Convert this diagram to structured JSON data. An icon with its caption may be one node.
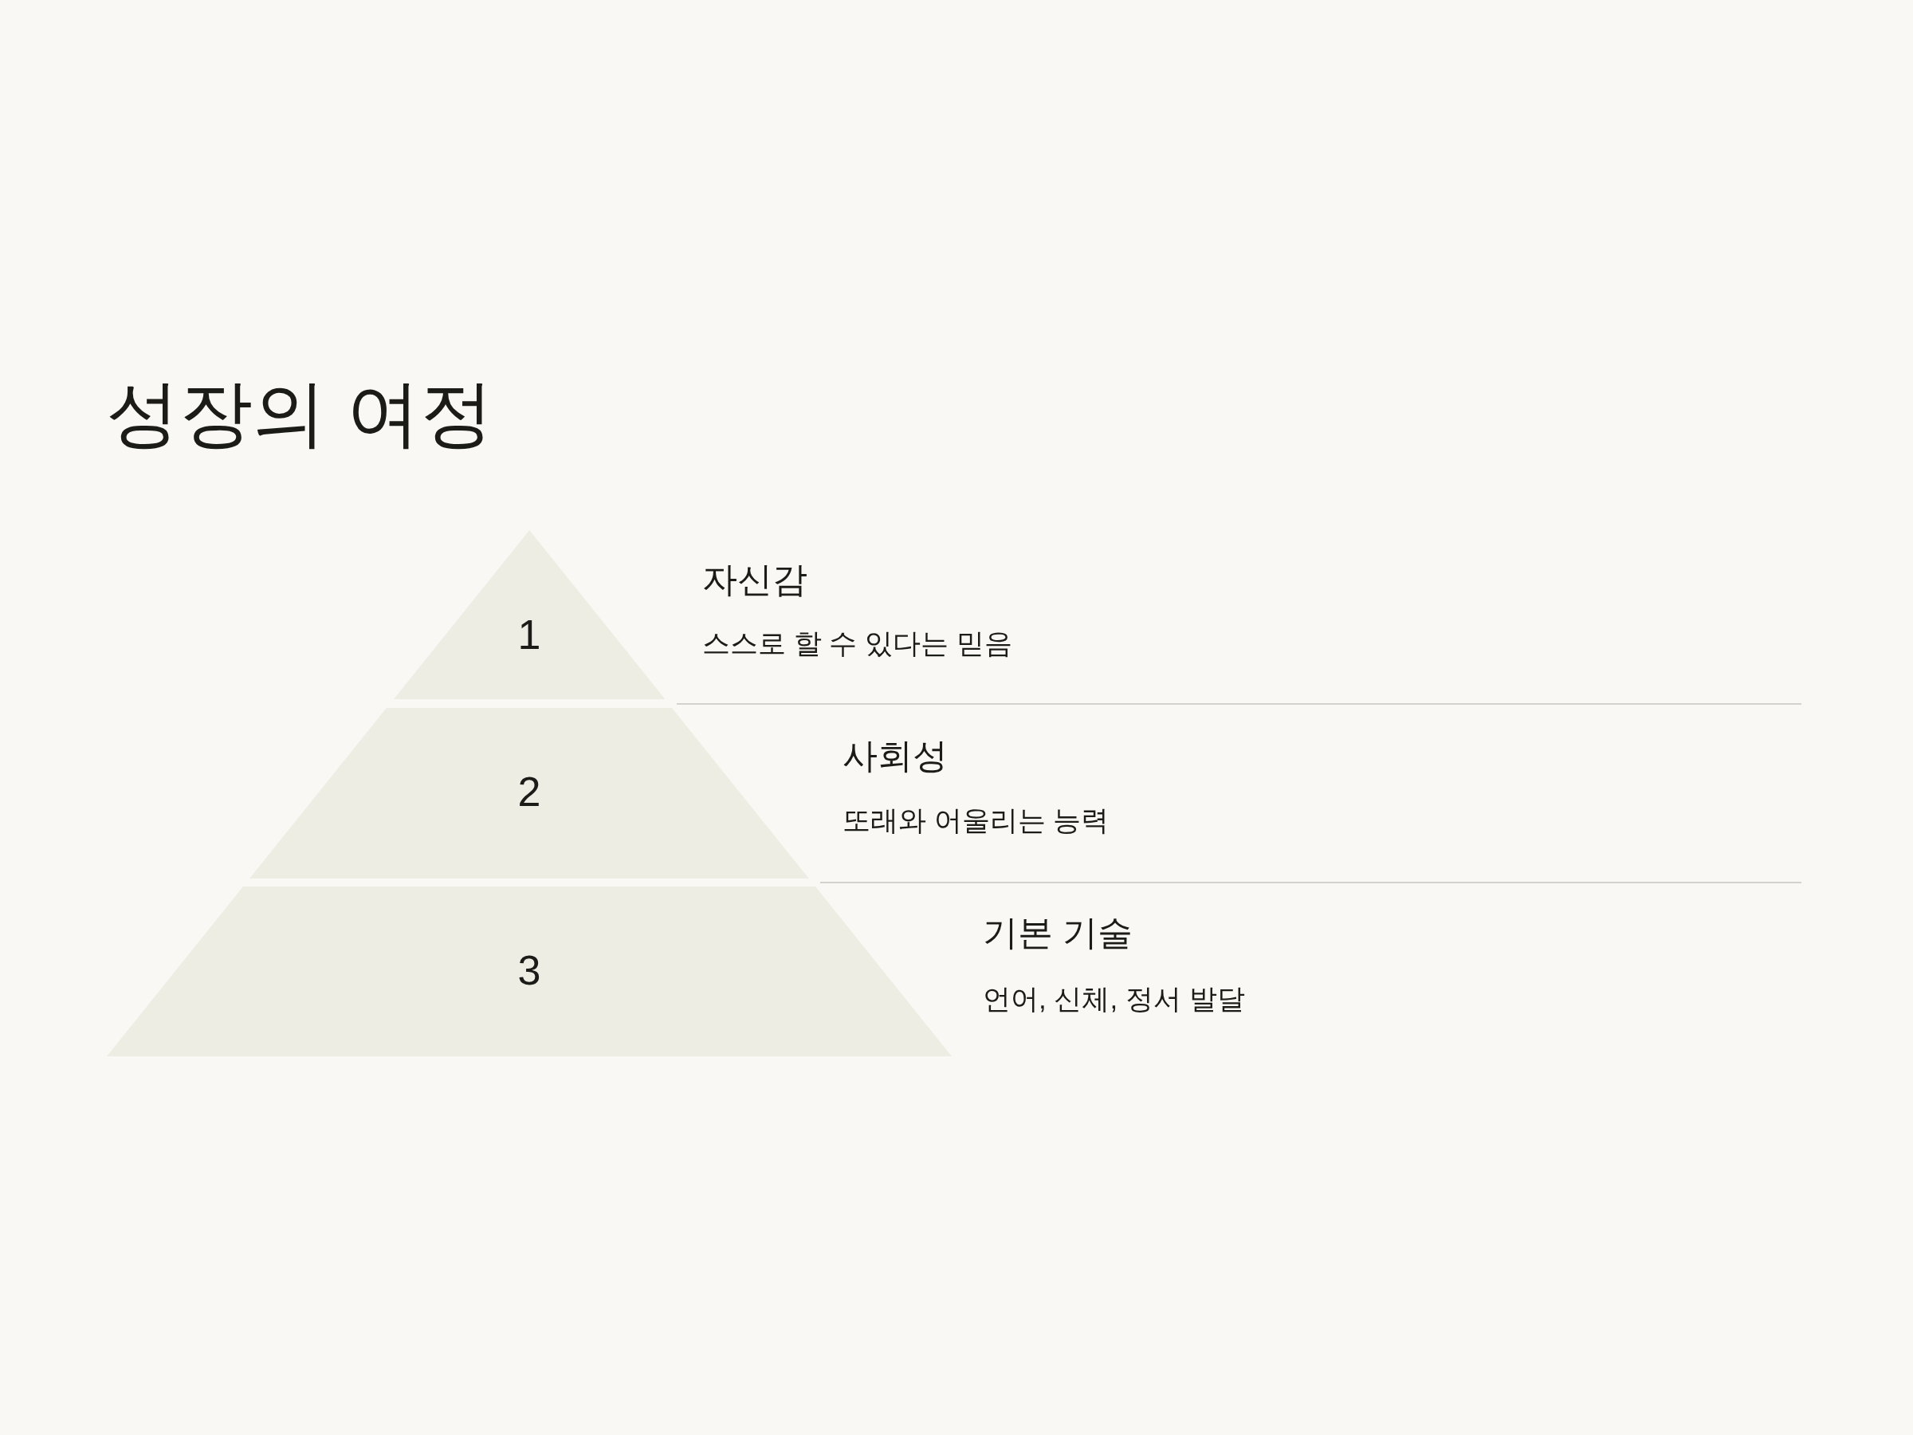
{
  "diagram": {
    "title": "성장의 여정",
    "nodes": [
      {
        "text": [
          "1"
        ],
        "beside": [
          "자신감",
          "스스로 할 수 있다는 믿음"
        ]
      },
      {
        "text": [
          "2"
        ],
        "beside": [
          "사회성",
          "또래와 어울리는 능력"
        ]
      },
      {
        "text": [
          "3"
        ],
        "beside": [
          "기본 기술",
          "언어, 신체, 정서 발달"
        ]
      }
    ]
  }
}
